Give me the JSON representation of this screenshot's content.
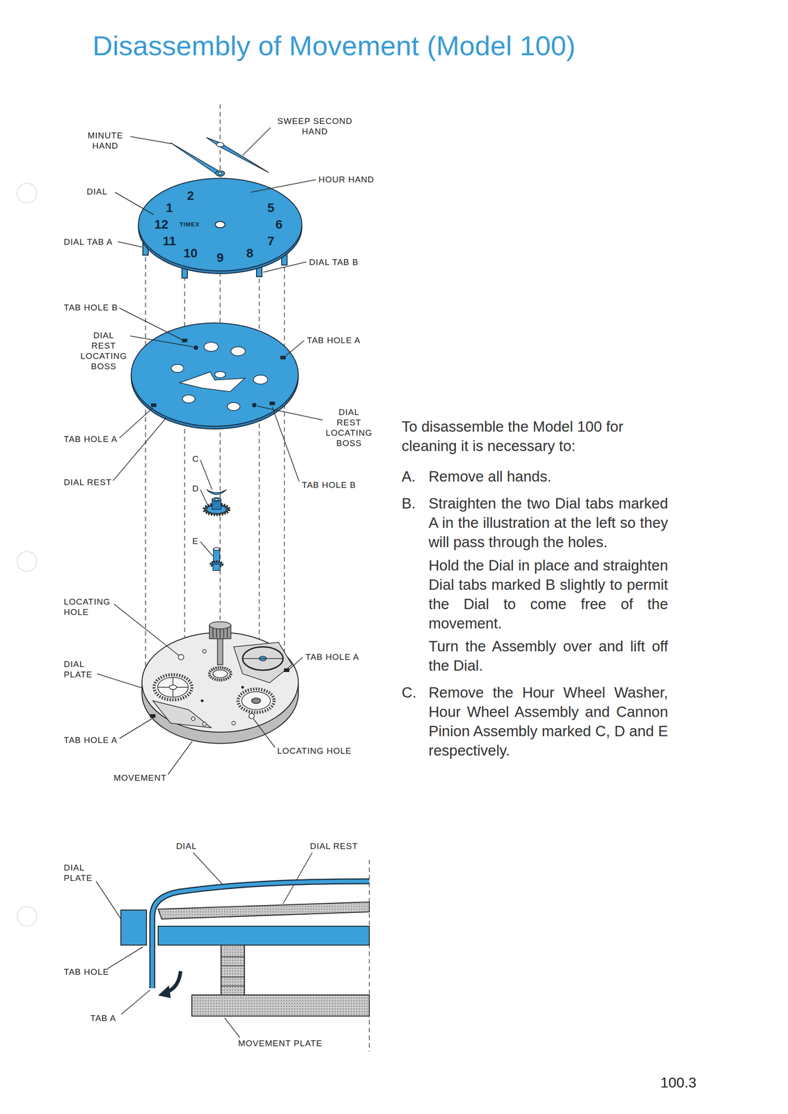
{
  "diagram": {
    "title": "Disassembly of Movement (Model 100)",
    "labels": [
      "MINUTE HAND",
      "SWEEP SECOND HAND",
      "HOUR HAND",
      "DIAL",
      "DIAL TAB A",
      "DIAL TAB B",
      "TAB HOLE B",
      "DIAL REST LOCATING BOSS",
      "TAB HOLE A",
      "TAB HOLE A",
      "DIAL REST",
      "DIAL REST LOCATING BOSS",
      "TAB HOLE B",
      "C",
      "D",
      "E",
      "LOCATING HOLE",
      "TAB HOLE A",
      "DIAL PLATE",
      "TAB HOLE A",
      "LOCATING HOLE",
      "MOVEMENT",
      "12",
      "1",
      "2",
      "5",
      "6",
      "7",
      "8",
      "9",
      "10",
      "11",
      "TIMEX",
      "To disassemble the Model 100 for cleaning it is necessary to:",
      "A.",
      "Remove all hands.",
      "B.",
      "Straighten the two Dial tabs marked A in the illustration at the left so they will pass through the holes.",
      "Hold the Dial in place and straighten Dial tabs marked B slightly to permit the Dial to come free of the movement.",
      "Turn the Assembly over and lift off the Dial.",
      "C.",
      "Remove the Hour Wheel Washer, Hour Wheel Assembly and Cannon Pinion Assembly marked C, D and E respectively.",
      "DIAL",
      "DIAL REST",
      "DIAL PLATE",
      "TAB HOLE",
      "TAB A",
      "MOVEMENT PLATE",
      "100.3"
    ]
  }
}
